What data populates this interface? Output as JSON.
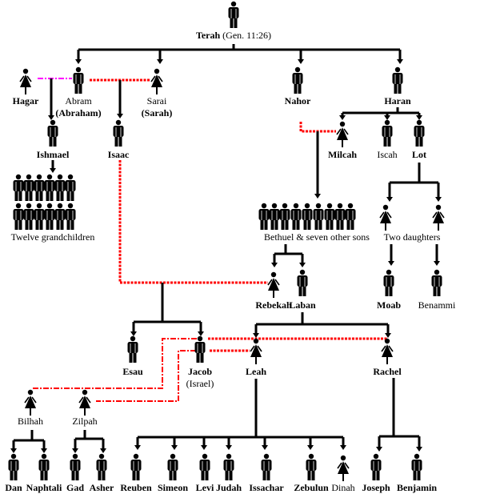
{
  "colors": {
    "line": "#000000",
    "marriage": "#ff0000",
    "concubine": "#ff00ff"
  },
  "people": [
    {
      "id": "terah",
      "label": "Terah",
      "bold": true,
      "suffix": "(Gen. 11:26)",
      "gender": "m"
    },
    {
      "id": "hagar",
      "label": "Hagar",
      "bold": true,
      "gender": "f"
    },
    {
      "id": "abram",
      "label": "Abram",
      "bold": false,
      "sub": "(Abraham)",
      "subBold": true,
      "gender": "m"
    },
    {
      "id": "sarai",
      "label": "Sarai",
      "bold": false,
      "sub": "(Sarah)",
      "subBold": true,
      "gender": "f"
    },
    {
      "id": "nahor",
      "label": "Nahor",
      "bold": true,
      "gender": "m"
    },
    {
      "id": "haran",
      "label": "Haran",
      "bold": true,
      "gender": "m"
    },
    {
      "id": "ishmael",
      "label": "Ishmael",
      "bold": true,
      "gender": "m"
    },
    {
      "id": "isaac",
      "label": "Isaac",
      "bold": true,
      "gender": "m"
    },
    {
      "id": "milcah",
      "label": "Milcah",
      "bold": true,
      "gender": "f"
    },
    {
      "id": "iscah",
      "label": "Iscah",
      "bold": false,
      "gender": "m"
    },
    {
      "id": "lot",
      "label": "Lot",
      "bold": true,
      "gender": "m"
    },
    {
      "id": "rebekah",
      "label": "Rebekah",
      "bold": true,
      "gender": "f"
    },
    {
      "id": "laban",
      "label": "Laban",
      "bold": true,
      "gender": "m"
    },
    {
      "id": "moab",
      "label": "Moab",
      "bold": true,
      "gender": "m"
    },
    {
      "id": "benammi",
      "label": "Benammi",
      "bold": false,
      "gender": "m"
    },
    {
      "id": "esau",
      "label": "Esau",
      "bold": true,
      "gender": "m"
    },
    {
      "id": "jacob",
      "label": "Jacob",
      "bold": true,
      "sub": "(Israel)",
      "subBold": false,
      "gender": "m"
    },
    {
      "id": "leah",
      "label": "Leah",
      "bold": true,
      "gender": "f"
    },
    {
      "id": "rachel",
      "label": "Rachel",
      "bold": true,
      "gender": "f"
    },
    {
      "id": "bilhah",
      "label": "Bilhah",
      "bold": false,
      "gender": "f"
    },
    {
      "id": "zilpah",
      "label": "Zilpah",
      "bold": false,
      "gender": "f"
    },
    {
      "id": "dan",
      "label": "Dan",
      "bold": true,
      "gender": "m"
    },
    {
      "id": "naphtali",
      "label": "Naphtali",
      "bold": true,
      "gender": "m"
    },
    {
      "id": "gad",
      "label": "Gad",
      "bold": true,
      "gender": "m"
    },
    {
      "id": "asher",
      "label": "Asher",
      "bold": true,
      "gender": "m"
    },
    {
      "id": "reuben",
      "label": "Reuben",
      "bold": true,
      "gender": "m"
    },
    {
      "id": "simeon",
      "label": "Simeon",
      "bold": true,
      "gender": "m"
    },
    {
      "id": "levi",
      "label": "Levi",
      "bold": true,
      "gender": "m"
    },
    {
      "id": "judah",
      "label": "Judah",
      "bold": true,
      "gender": "m"
    },
    {
      "id": "issachar",
      "label": "Issachar",
      "bold": true,
      "gender": "m"
    },
    {
      "id": "zebulun",
      "label": "Zebulun",
      "bold": true,
      "gender": "m"
    },
    {
      "id": "dinah",
      "label": "Dinah",
      "bold": false,
      "gender": "f"
    },
    {
      "id": "joseph",
      "label": "Joseph",
      "bold": true,
      "gender": "m"
    },
    {
      "id": "benjamin",
      "label": "Benjamin",
      "bold": true,
      "gender": "m"
    }
  ],
  "groups": [
    {
      "id": "twelve",
      "label": "Twelve grandchildren",
      "count": 12,
      "gender": "m"
    },
    {
      "id": "bethuel",
      "label": "Bethuel & seven other sons",
      "count": 9,
      "gender": "m"
    },
    {
      "id": "daughters",
      "label": "Two daughters",
      "count": 2,
      "gender": "f"
    }
  ]
}
